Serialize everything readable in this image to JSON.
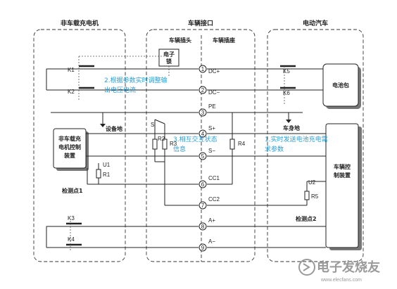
{
  "sections": {
    "offboard_charger": "非车载充电机",
    "vehicle_interface": "车辆接口",
    "electric_vehicle": "电动汽车",
    "vehicle_plug": "车辆插头",
    "vehicle_socket": "车辆插座"
  },
  "components": {
    "electronic_lock_line1": "电子",
    "electronic_lock_line2": "锁",
    "charger_controller_line1": "非车载充",
    "charger_controller_line2": "电机控制",
    "charger_controller_line3": "装置",
    "battery_pack": "电池包",
    "vehicle_controller_line1": "车辆控",
    "vehicle_controller_line2": "制装置",
    "equipment_ground": "设备地",
    "vehicle_body_ground": "车身地",
    "check_point_1": "检测点1",
    "check_point_2": "检测点2",
    "K1": "K1",
    "K2": "K2",
    "K3": "K3",
    "K4": "K4",
    "K5": "K5",
    "K6": "K6",
    "U1": "U1",
    "U2": "U2",
    "R1": "R1",
    "R2": "R2",
    "R3": "R3",
    "R4": "R4",
    "R5": "R5",
    "S": "S"
  },
  "pins": [
    {
      "num": "1",
      "name": "DC+"
    },
    {
      "num": "2",
      "name": "DC−"
    },
    {
      "num": "3",
      "name": "PE"
    },
    {
      "num": "4",
      "name": "S+"
    },
    {
      "num": "5",
      "name": "S−"
    },
    {
      "num": "6",
      "name": "CC1"
    },
    {
      "num": "7",
      "name": "CC2"
    },
    {
      "num": "8",
      "name": "A+"
    },
    {
      "num": "9",
      "name": "A−"
    }
  ],
  "annotations": {
    "a2_line1": "2.根据参数实时调整输",
    "a2_line2": "出电压电流",
    "a3_line1": "3.相互交互状态",
    "a3_line2": "信息",
    "a1_line1": "1.实时发送电池充电需",
    "a1_line2": "求参数"
  },
  "watermark": {
    "text": "电子发烧友",
    "subtext": "www.elecfans.com"
  }
}
